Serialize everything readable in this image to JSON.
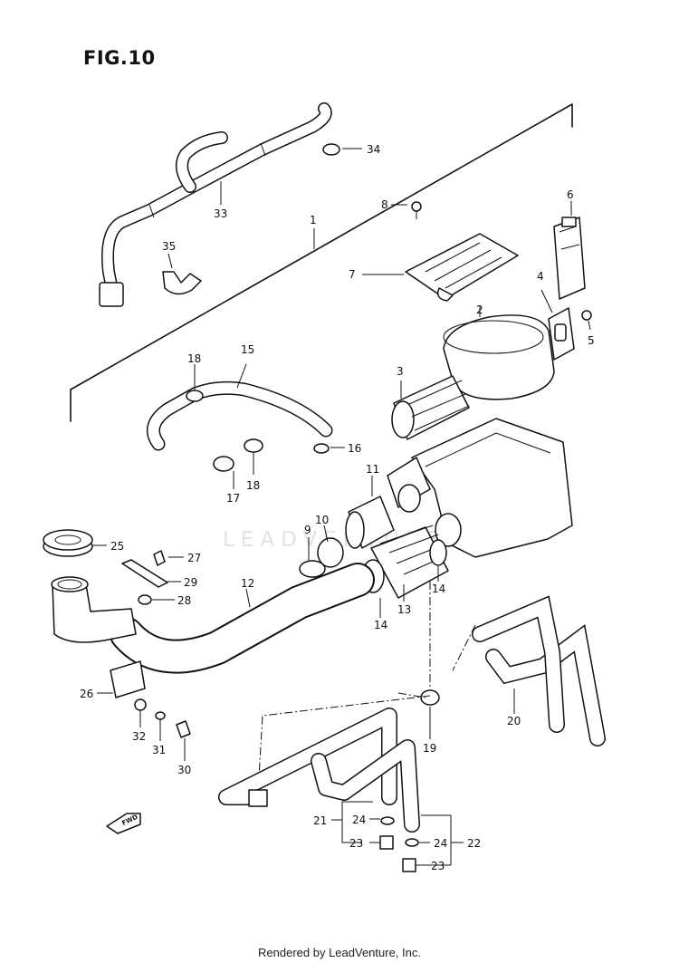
{
  "figure": {
    "title": "FIG.10"
  },
  "watermark": "LEADVENTURE",
  "footer": "Rendered by LeadVenture, Inc.",
  "fwd_label": "FWD",
  "callouts": {
    "c1": "1",
    "c2": "2",
    "c3": "3",
    "c4": "4",
    "c5": "5",
    "c6": "6",
    "c7": "7",
    "c8": "8",
    "c9": "9",
    "c10": "10",
    "c11": "11",
    "c12": "12",
    "c13": "13",
    "c14a": "14",
    "c14b": "14",
    "c15": "15",
    "c16": "16",
    "c17": "17",
    "c18a": "18",
    "c18b": "18",
    "c19": "19",
    "c20": "20",
    "c21": "21",
    "c22": "22",
    "c23a": "23",
    "c23b": "23",
    "c24a": "24",
    "c24b": "24",
    "c25": "25",
    "c26": "26",
    "c27": "27",
    "c28": "28",
    "c29": "29",
    "c30": "30",
    "c31": "31",
    "c32": "32",
    "c33": "33",
    "c34": "34",
    "c35": "35"
  }
}
